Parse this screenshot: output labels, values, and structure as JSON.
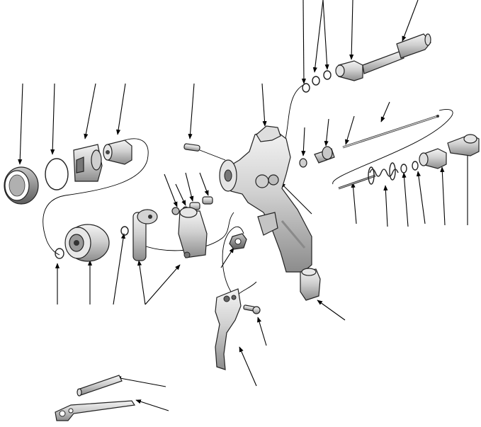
{
  "figure": {
    "type": "exploded-parts-diagram",
    "labels_present": false,
    "parts": [
      "retaining-ring",
      "o-ring",
      "air-cap",
      "fluid-nozzle",
      "baffle-screw",
      "gun-body",
      "fluid-packing-kit",
      "needle-packing-nut",
      "fluid-needle",
      "needle-spring",
      "needle-cap",
      "air-valve-stem",
      "air-valve-nut",
      "fan-valve",
      "trigger",
      "trigger-screw",
      "air-inlet-fitting",
      "wrench",
      "cleaning-brush"
    ]
  }
}
